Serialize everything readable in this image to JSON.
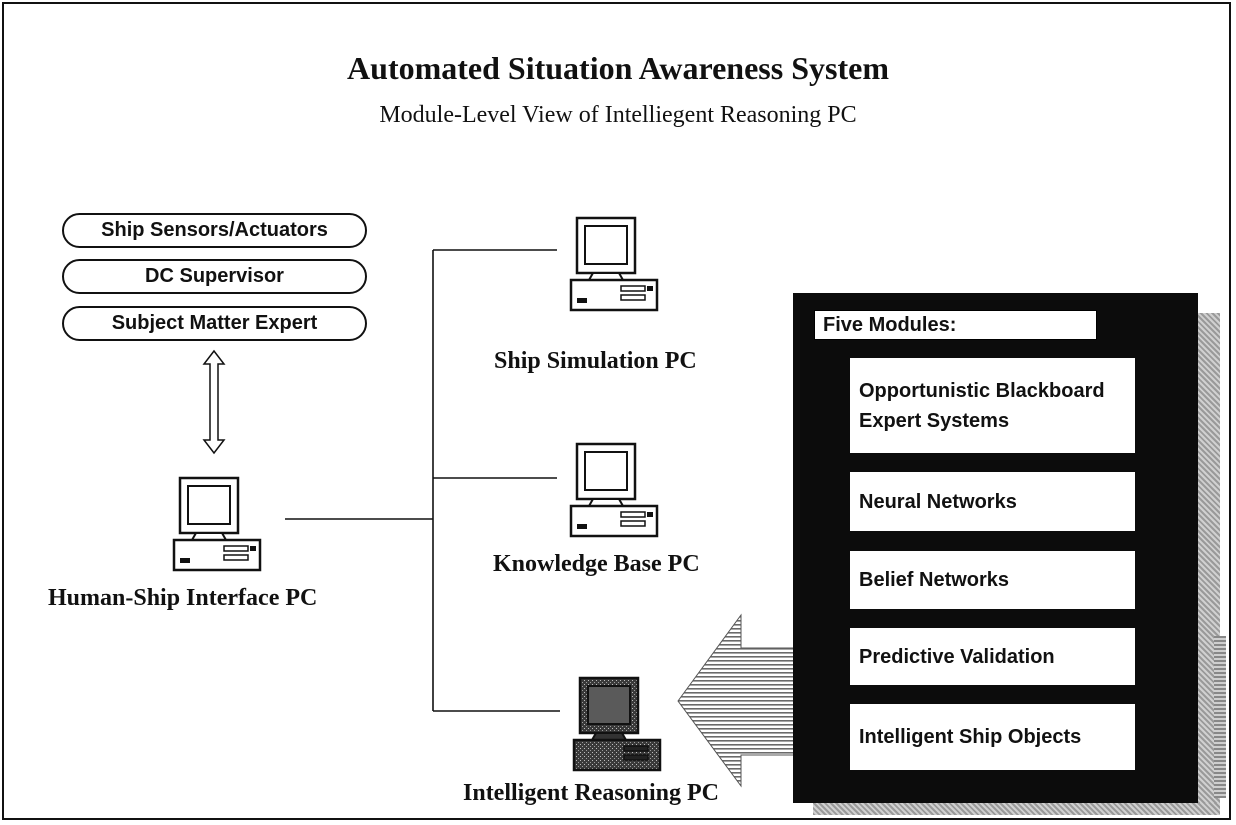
{
  "title": "Automated Situation Awareness System",
  "subtitle": "Module-Level View of Intelliegent Reasoning PC",
  "roles": [
    "Ship Sensors/Actuators",
    "DC Supervisor",
    "Subject Matter Expert"
  ],
  "pcs": {
    "human_ship": "Human-Ship Interface PC",
    "ship_sim": "Ship Simulation PC",
    "knowledge": "Knowledge Base PC",
    "reasoning": "Intelligent Reasoning PC"
  },
  "modules": {
    "header": "Five Modules:",
    "items": [
      "Opportunistic Blackboard Expert Systems",
      "Neural Networks",
      "Belief Networks",
      "Predictive Validation",
      "Intelligent Ship Objects"
    ]
  }
}
